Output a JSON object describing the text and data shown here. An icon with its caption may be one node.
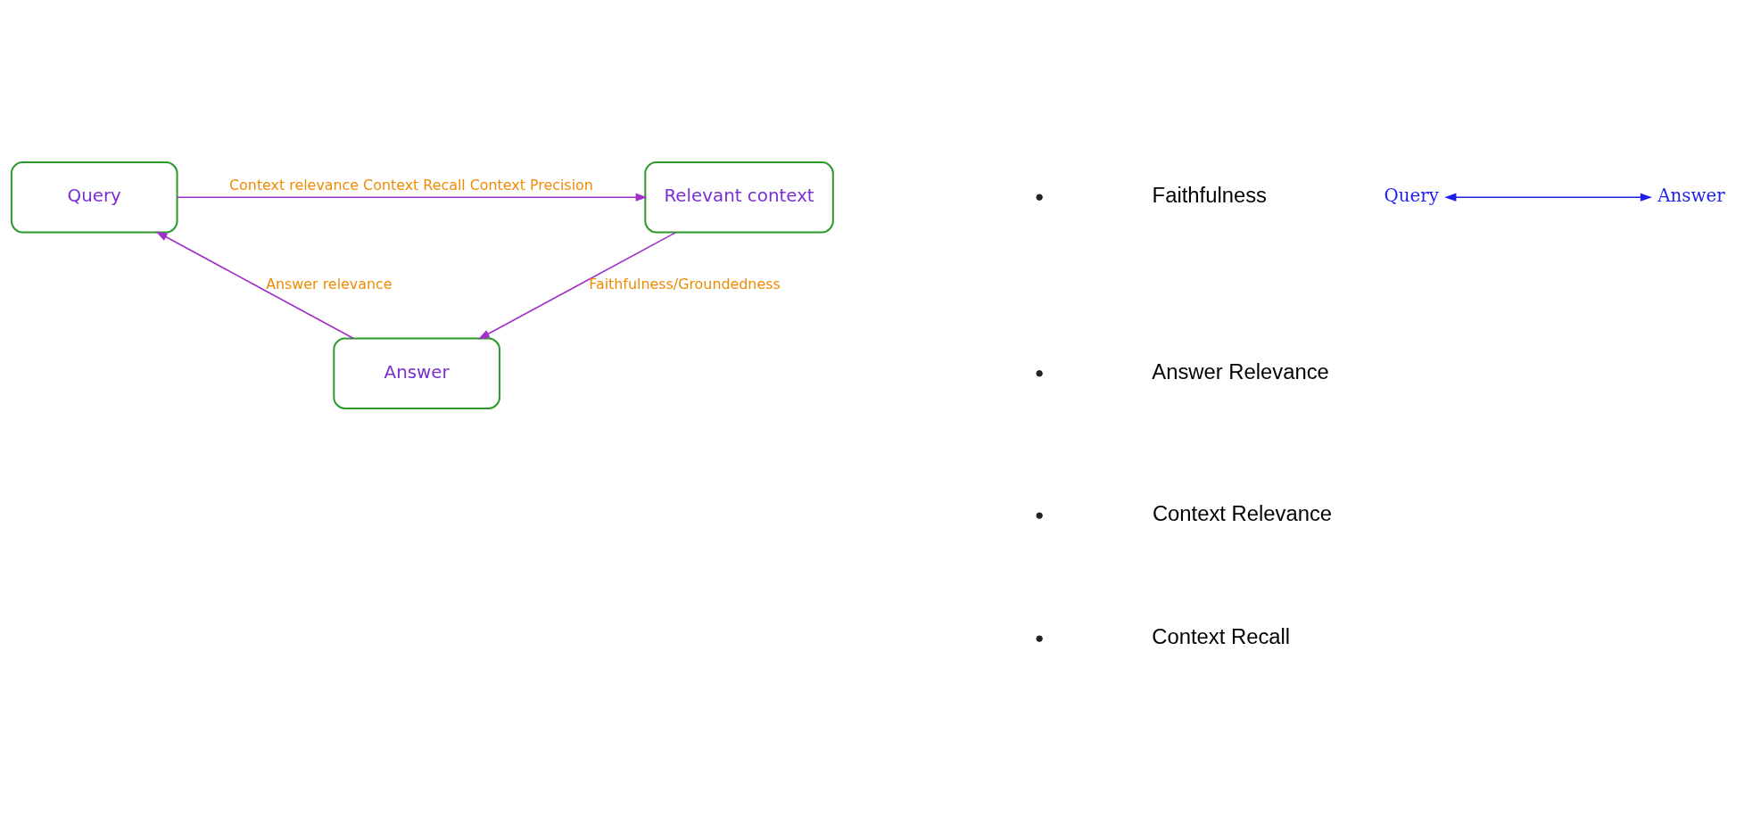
{
  "diagram": {
    "nodes": [
      {
        "text": [
          "Query"
        ]
      },
      {
        "text": [
          "Relevant context"
        ]
      },
      {
        "text": [
          "Answer"
        ]
      },
      {
        "text": [
          "Query"
        ]
      },
      {
        "text": [
          "Answer"
        ]
      }
    ],
    "edges": [
      {
        "from": 0,
        "to": 1,
        "arrow": "to",
        "label": "Context relevance Context Recall Context Precision"
      },
      {
        "from": 1,
        "to": 2,
        "arrow": "to",
        "label": "Faithfulness/Groundedness"
      },
      {
        "from": 2,
        "to": 0,
        "arrow": "to",
        "label": "Answer relevance"
      },
      {
        "from": 3,
        "to": 4,
        "arrow": "both",
        "color": "#1f1fe8"
      }
    ],
    "labels": [
      "Faithfulness",
      "Answer Relevance",
      "Context Relevance",
      "Context Recall"
    ]
  }
}
